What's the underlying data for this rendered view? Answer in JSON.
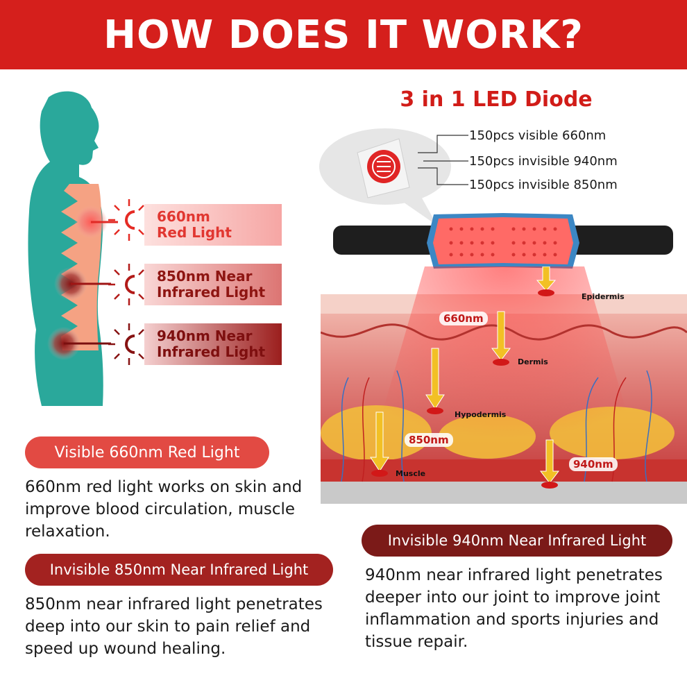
{
  "banner": {
    "title": "HOW DOES IT WORK?"
  },
  "lights": [
    {
      "line1": "660nm",
      "line2": "Red Light"
    },
    {
      "line1": "850nm Near",
      "line2": "Infrared Light"
    },
    {
      "line1": "940nm Near",
      "line2": "Infrared Light"
    }
  ],
  "diode": {
    "title": "3 in 1 LED Diode",
    "specs": [
      "150pcs visible 660nm",
      "150pcs invisible 940nm",
      "150pcs invisible 850nm"
    ]
  },
  "skin_layers": {
    "epidermis": "Epidermis",
    "dermis": "Dermis",
    "hypodermis": "Hypodermis",
    "muscle": "Muscle"
  },
  "skin_tags": {
    "nm660": "660nm",
    "nm850": "850nm",
    "nm940": "940nm"
  },
  "sections": {
    "red": {
      "title": "Visible 660nm Red Light",
      "desc": "660nm red light works on skin and improve blood circulation, muscle relaxation."
    },
    "nir850": {
      "title": "Invisible 850nm Near Infrared Light",
      "desc": "850nm near infrared light penetrates deep into our skin to pain relief and speed up wound healing."
    },
    "nir940": {
      "title": "Invisible 940nm Near Infrared Light",
      "desc": "940nm near infrared light penetrates deeper into our joint to improve joint inflammation and sports injuries and tissue repair."
    }
  },
  "colors": {
    "brand_red": "#d51f1c",
    "teal": "#2aa89b",
    "dark_red": "#7b1a18",
    "mid_red": "#a32220",
    "light_red": "#e24a43"
  }
}
